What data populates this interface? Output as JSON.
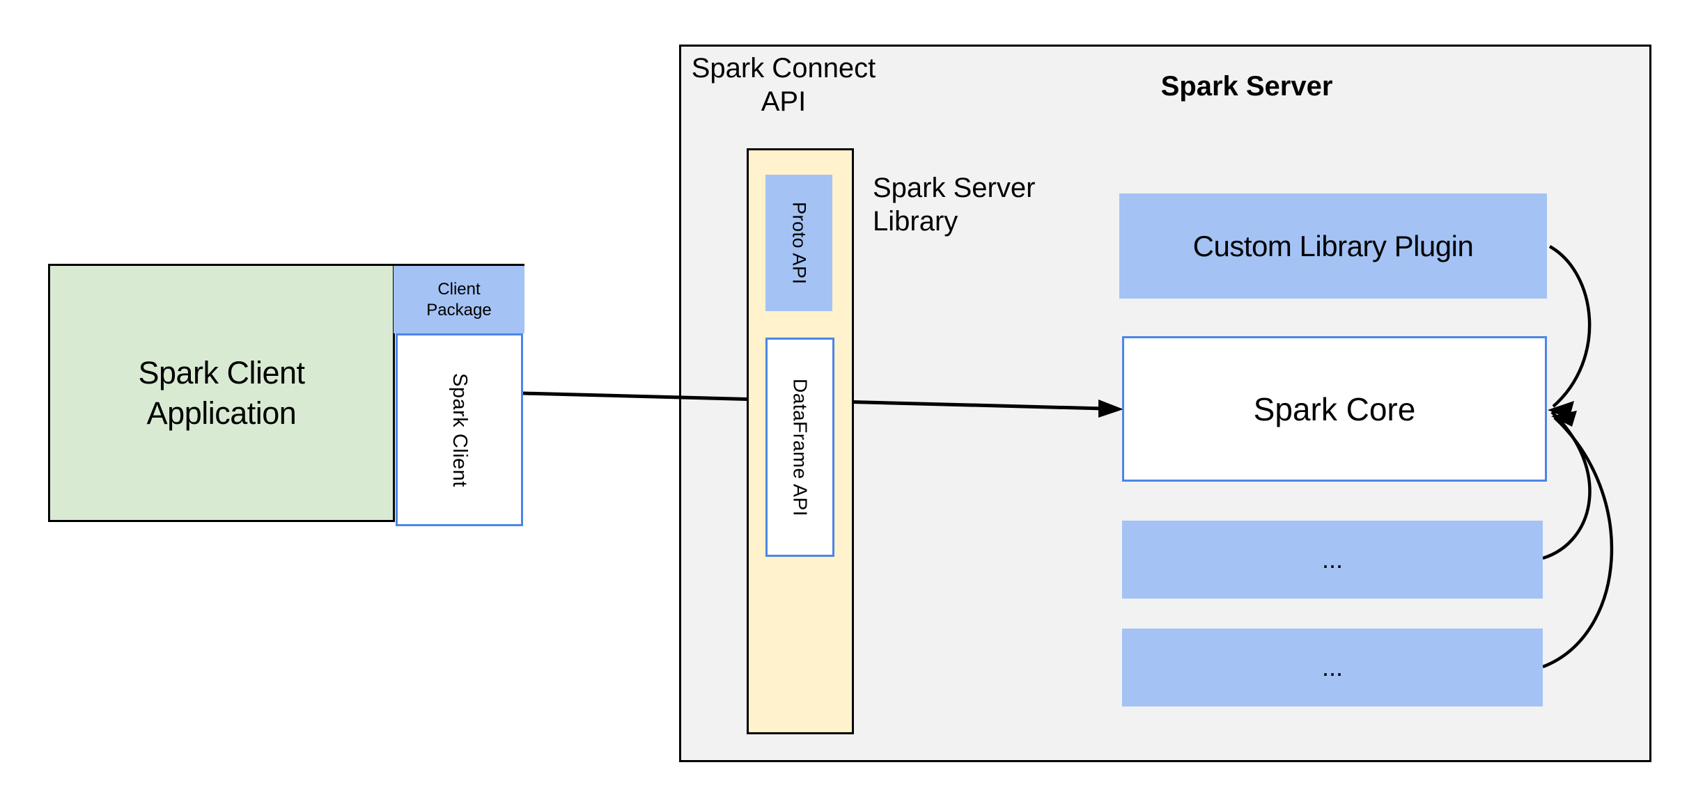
{
  "colors": {
    "page_bg": "#ffffff",
    "region_fill": "#f2f2f2",
    "region_border": "#000000",
    "green_fill": "#d9ead3",
    "blue_fill": "#a4c2f4",
    "yellow_fill": "#fff2cc",
    "white_fill": "#ffffff",
    "blue_border": "#4a86e8",
    "arrow_color": "#000000",
    "text_color": "#000000"
  },
  "labels": {
    "client_application": "Spark Client\nApplication",
    "client_package": "Client\nPackage",
    "spark_client": "Spark Client",
    "spark_connect_api": "Spark Connect\nAPI",
    "proto_api": "Proto API",
    "dataframe_api": "DataFrame API",
    "spark_server_library": "Spark Server\nLibrary",
    "spark_server_title": "Spark Server",
    "custom_library_plugin": "Custom Library Plugin",
    "spark_core": "Spark Core",
    "ellipsis_1": "...",
    "ellipsis_2": "..."
  }
}
